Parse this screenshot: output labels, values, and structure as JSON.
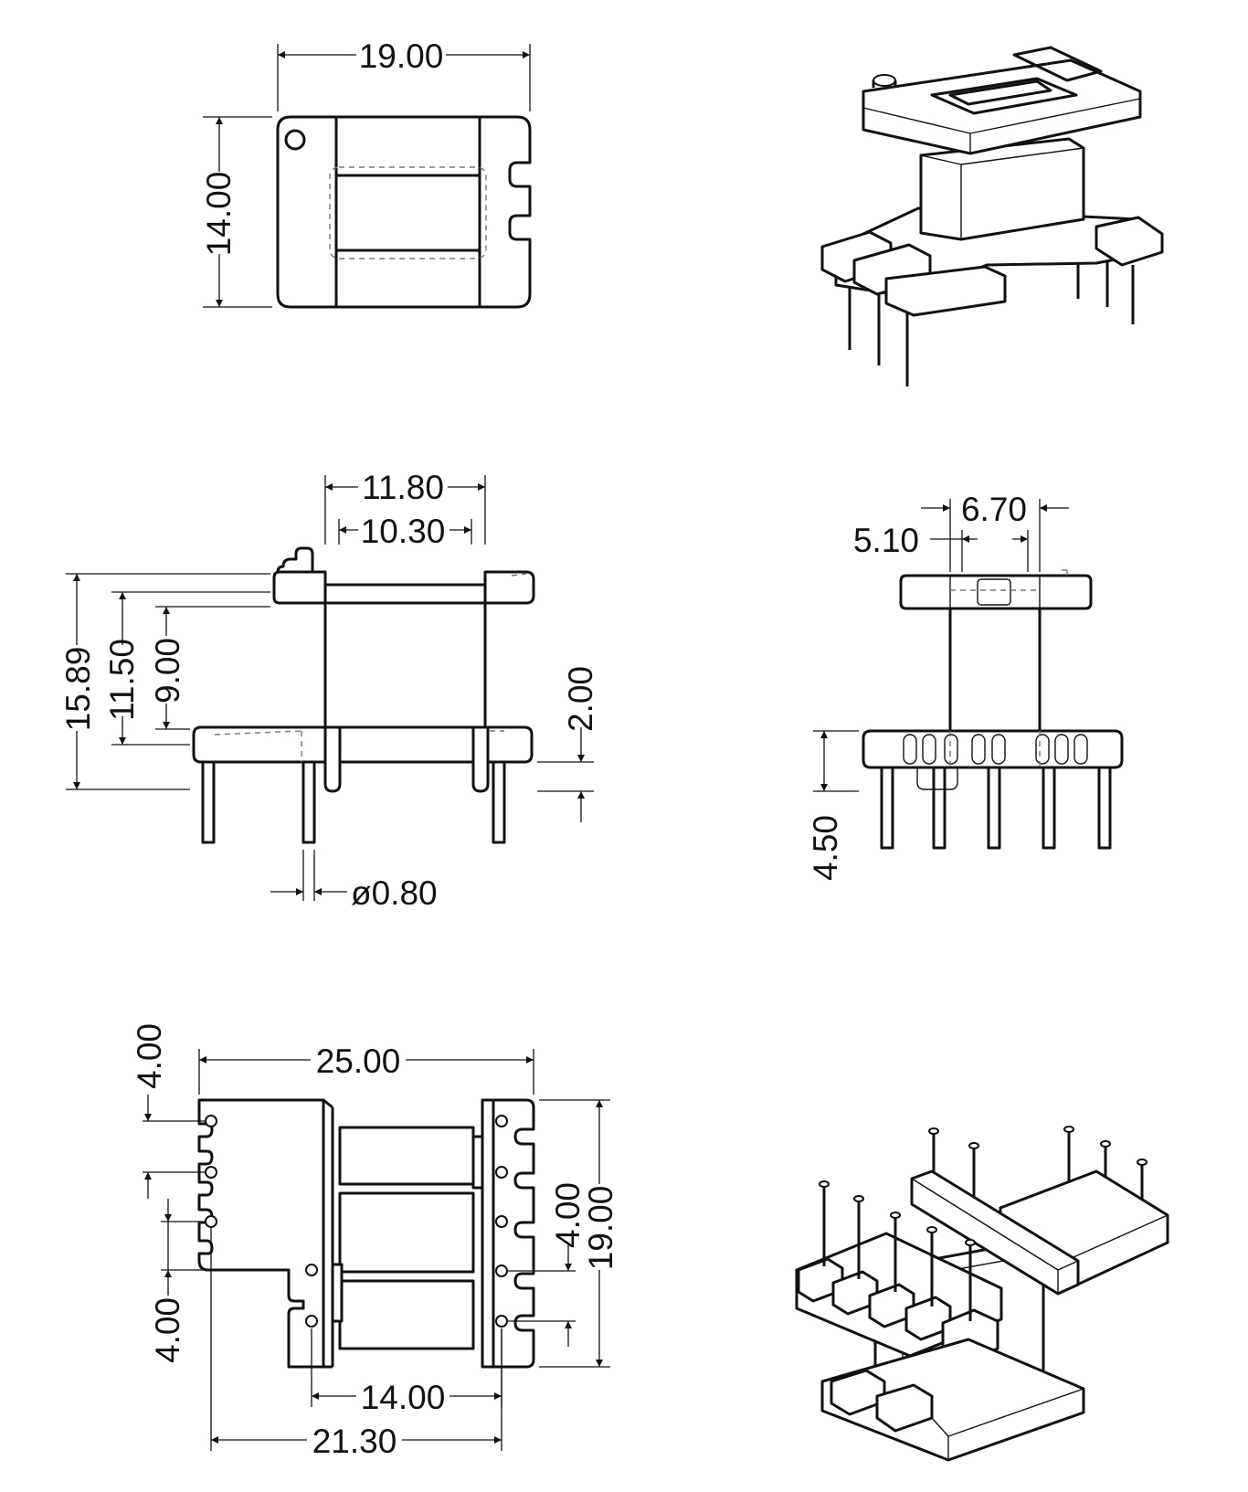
{
  "views": {
    "top": {
      "width": "19.00",
      "height": "14.00"
    },
    "front": {
      "inner_outer": "11.80",
      "inner": "10.30",
      "total_height": "15.89",
      "flange_height": "11.50",
      "window_height": "9.00",
      "pin_offset": "2.00",
      "pin_diameter": "ø0.80"
    },
    "side": {
      "core_outer": "6.70",
      "core_inner": "5.10",
      "pin_length": "4.50"
    },
    "bottom": {
      "length": "25.00",
      "width": "19.00",
      "pitch_top": "4.00",
      "pitch_bottom": "4.00",
      "pitch_right": "4.00",
      "row_spacing": "14.00",
      "overall_row": "21.30"
    }
  }
}
